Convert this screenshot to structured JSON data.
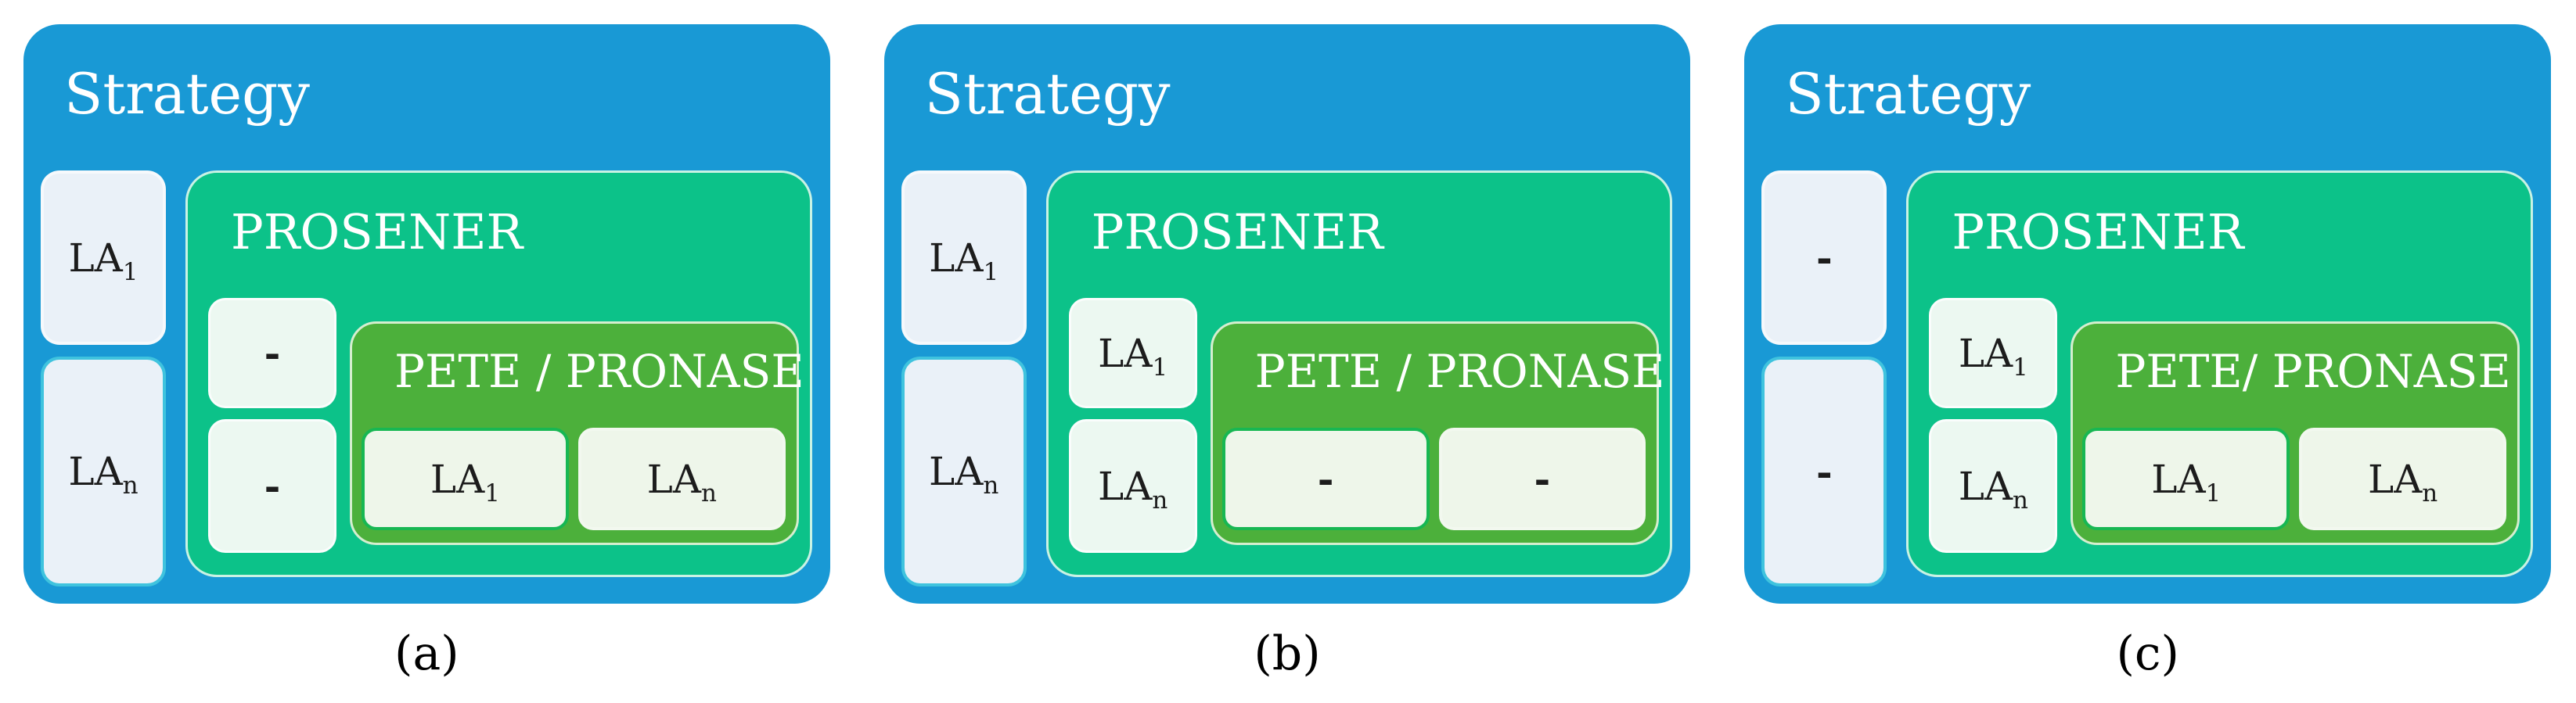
{
  "figure": {
    "palette": {
      "strategy_blue": "#1999d5",
      "prosener_green": "#0cc289",
      "pete_green": "#4cb03b",
      "left_box_fill": "#eaf1f8",
      "mid_box_fill": "#ecf8f1",
      "inner_box_fill": "#eef6ea",
      "left_bottom_border": "#3fc3de",
      "inner_first_border": "#17b753"
    },
    "panels": [
      {
        "caption": "(a)",
        "strategy_title": "Strategy",
        "prosener_title": "PROSENER",
        "pete_title": "PETE / PRONASE",
        "left_boxes": [
          {
            "text": "LA",
            "sub": "1"
          },
          {
            "text": "LA",
            "sub": "n"
          }
        ],
        "mid_boxes": [
          {
            "text": "-",
            "sub": ""
          },
          {
            "text": "-",
            "sub": ""
          }
        ],
        "pete_boxes": [
          {
            "text": "LA",
            "sub": "1"
          },
          {
            "text": "LA",
            "sub": "n"
          }
        ]
      },
      {
        "caption": "(b)",
        "strategy_title": "Strategy",
        "prosener_title": "PROSENER",
        "pete_title": "PETE / PRONASE",
        "left_boxes": [
          {
            "text": "LA",
            "sub": "1"
          },
          {
            "text": "LA",
            "sub": "n"
          }
        ],
        "mid_boxes": [
          {
            "text": "LA",
            "sub": "1"
          },
          {
            "text": "LA",
            "sub": "n"
          }
        ],
        "pete_boxes": [
          {
            "text": "-",
            "sub": ""
          },
          {
            "text": "-",
            "sub": ""
          }
        ]
      },
      {
        "caption": "(c)",
        "strategy_title": "Strategy",
        "prosener_title": "PROSENER",
        "pete_title": "PETE/ PRONASE",
        "left_boxes": [
          {
            "text": "-",
            "sub": ""
          },
          {
            "text": "-",
            "sub": ""
          }
        ],
        "mid_boxes": [
          {
            "text": "LA",
            "sub": "1"
          },
          {
            "text": "LA",
            "sub": "n"
          }
        ],
        "pete_boxes": [
          {
            "text": "LA",
            "sub": "1"
          },
          {
            "text": "LA",
            "sub": "n"
          }
        ]
      }
    ]
  }
}
